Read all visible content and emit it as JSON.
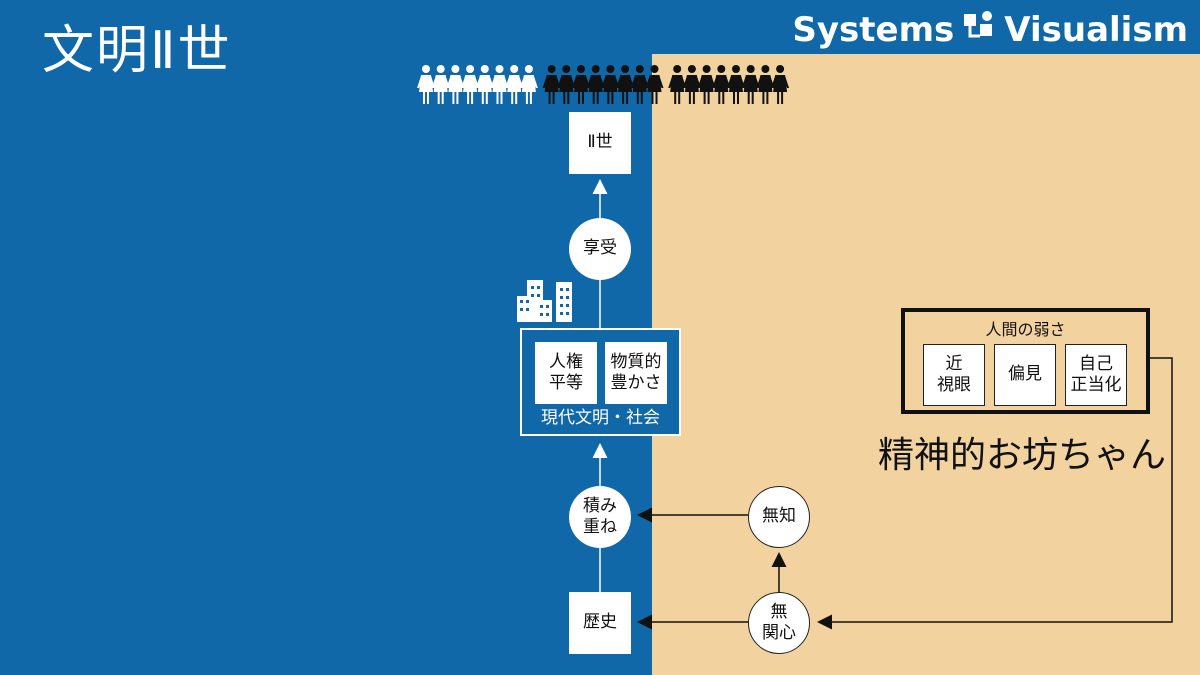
{
  "title": "文明Ⅱ世",
  "brand": {
    "left": "Systems",
    "right": "Visualism"
  },
  "nodes": {
    "gen2": "Ⅱ世",
    "enjoy": "享受",
    "human_rights": "人権\n平等",
    "material": "物質的\n豊かさ",
    "civilization": "現代文明・社会",
    "accumulate": "積み\n重ね",
    "history": "歴史",
    "ignorance": "無知",
    "indifference": "無\n関心"
  },
  "weakness": {
    "label": "人間の弱さ",
    "items": [
      "近\n視眼",
      "偏見",
      "自己\n正当化"
    ]
  },
  "spirit_label": "精神的お坊ちゃん",
  "people": {
    "white_count": 8,
    "black_count": 16
  },
  "colors": {
    "blue": "#1168a8",
    "tan": "#f2d3a0"
  }
}
